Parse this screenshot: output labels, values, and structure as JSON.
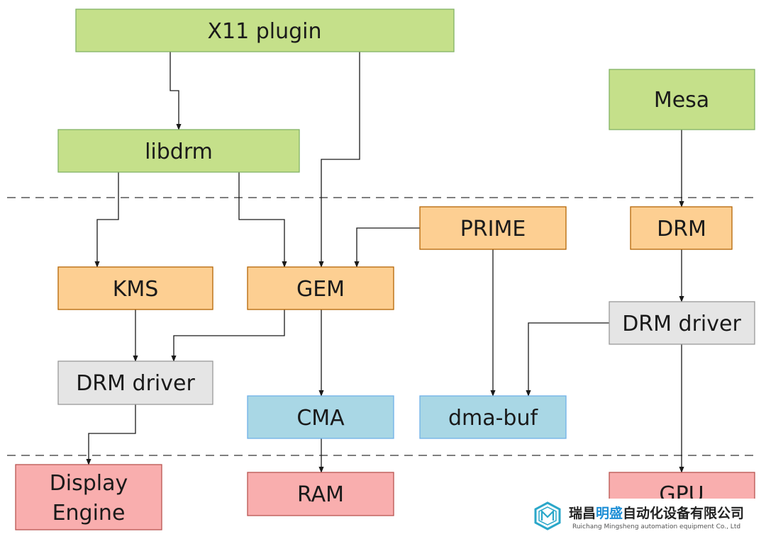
{
  "colors": {
    "userspace": "#c5e08a",
    "kernel": "#fdcf92",
    "driver": "#e5e5e5",
    "memory": "#a9d7e5",
    "hardware": "#f9aeae"
  },
  "nodes": {
    "x11_plugin": "X11 plugin",
    "libdrm": "libdrm",
    "mesa": "Mesa",
    "prime": "PRIME",
    "drm": "DRM",
    "kms": "KMS",
    "gem": "GEM",
    "drm_driver_left": "DRM driver",
    "drm_driver_right": "DRM driver",
    "cma": "CMA",
    "dma_buf": "dma-buf",
    "display_engine_line1": "Display",
    "display_engine_line2": "Engine",
    "ram": "RAM",
    "gpu": "GPU"
  },
  "watermark": {
    "cn_part1": "瑞昌",
    "cn_part2": "明盛",
    "cn_part3": "自动化设备有限公司",
    "en": "Ruichang Mingsheng automation equipment Co., Ltd",
    "icon": "hexagon-m-logo-icon"
  }
}
